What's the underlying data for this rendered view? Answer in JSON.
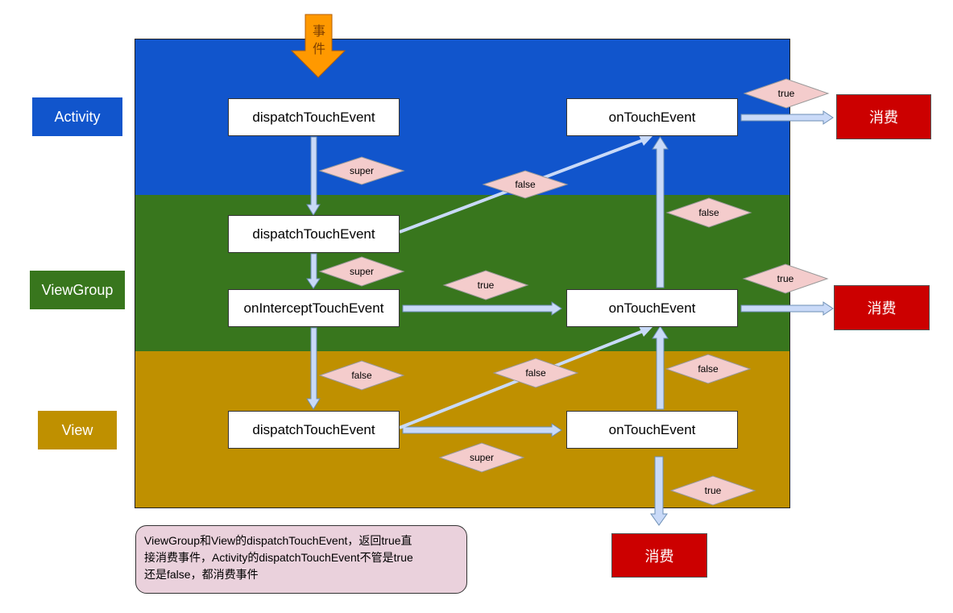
{
  "layers": {
    "activity": "Activity",
    "viewgroup": "ViewGroup",
    "view": "View"
  },
  "event_label": "事件",
  "methods": {
    "activity_dispatch": "dispatchTouchEvent",
    "activity_ontouch": "onTouchEvent",
    "viewgroup_dispatch": "dispatchTouchEvent",
    "viewgroup_intercept": "onInterceptTouchEvent",
    "viewgroup_ontouch": "onTouchEvent",
    "view_dispatch": "dispatchTouchEvent",
    "view_ontouch": "onTouchEvent"
  },
  "consume_label": "消费",
  "edge_labels": {
    "activity_to_viewgroup": "super",
    "viewgroup_dispatch_to_activity_ontouch": "false",
    "activity_ontouch_consume": "true",
    "viewgroup_ontouch_to_activity": "false",
    "viewgroup_dispatch_to_intercept": "super",
    "intercept_to_viewgroup_ontouch": "true",
    "viewgroup_ontouch_consume": "true",
    "intercept_to_view": "false",
    "view_dispatch_to_viewgroup_ontouch": "false",
    "view_ontouch_to_viewgroup": "false",
    "view_dispatch_to_ontouch": "super",
    "view_ontouch_consume": "true"
  },
  "colors": {
    "activity": "#1155cc",
    "viewgroup": "#38761d",
    "view": "#bf9000",
    "consume": "#cc0000",
    "event_arrow": "#ff9900",
    "label_diamond": "#f4cccc",
    "arrow_fill": "#c9daf8",
    "note_bg": "#ead1dc"
  },
  "note": {
    "line1": "ViewGroup和View的dispatchTouchEvent，返回true直",
    "line2": "接消费事件，Activity的dispatchTouchEvent不管是true",
    "line3": "还是false，都消费事件"
  }
}
